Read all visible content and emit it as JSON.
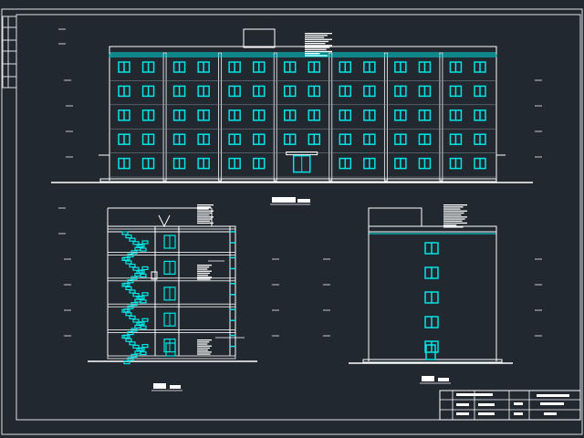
{
  "colors": {
    "background": "#212830",
    "line": "#ffffff",
    "accent": "#00e5e5",
    "dim": "#c8c8c8"
  },
  "front_elevation": {
    "bays": 7,
    "floors": 5,
    "entrance_bay": 3,
    "label": ""
  },
  "section": {
    "floors": 5,
    "label": ""
  },
  "side_elevation": {
    "floors": 5,
    "label": ""
  },
  "title_block": {
    "rows": 3
  }
}
